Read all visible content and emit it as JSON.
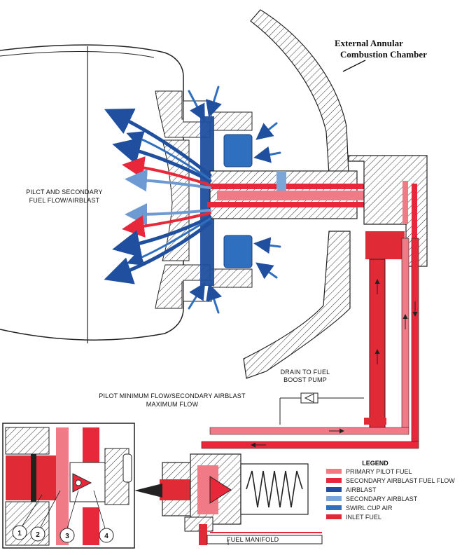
{
  "labels": {
    "chamber_line1": "External Annular",
    "chamber_line2": "Combustion Chamber",
    "pilot_line1": "PILCT AND SECONDARY",
    "pilot_line2": "FUEL FLOW/AIRBLAST",
    "minflow_line1": "PILOT MINIMUM FLOW/SECONDARY AIRBLAST",
    "minflow_line2": "MAXIMUM FLOW",
    "drain_line1": "DRAIN TO FUEL",
    "drain_line2": "BOOST PUMP",
    "manifold": "FUEL MANIFOLD"
  },
  "legend": {
    "title": "LEGEND",
    "items": [
      {
        "label": "PRIMARY PILOT FUEL",
        "color": "#f07a86"
      },
      {
        "label": "SECONDARY AIRBLAST FUEL FLOW",
        "color": "#e8283a"
      },
      {
        "label": "AIRBLAST",
        "color": "#1f4f9e"
      },
      {
        "label": "SECONDARY AIRBLAST",
        "color": "#7aa6d8"
      },
      {
        "label": "SWIRL CUP AIR",
        "color": "#2f6fc0"
      },
      {
        "label": "INLET FUEL",
        "color": "#e02a35"
      }
    ]
  },
  "callouts": [
    "1",
    "2",
    "3",
    "4"
  ],
  "colors": {
    "primary_fuel": "#f07a86",
    "secondary_fuel": "#e8283a",
    "airblast": "#1f4f9e",
    "secondary_air": "#7aa6d8",
    "swirl_air": "#2f6fc0",
    "inlet_fuel": "#e02a35",
    "structure": "#2a2a2a"
  }
}
